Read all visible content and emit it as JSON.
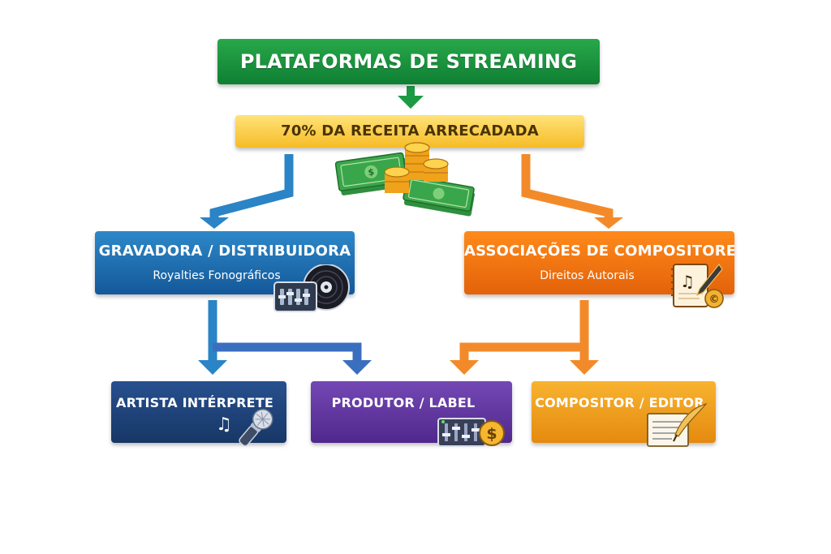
{
  "header": {
    "title": "PLATAFORMAS DE STREAMING"
  },
  "revenue": {
    "label": "70% DA RECEITA ARRECADADA"
  },
  "branches": {
    "left": {
      "title": "GRAVADORA / DISTRIBUIDORA",
      "subtitle": "Royalties Fonográficos"
    },
    "right": {
      "title": "ASSOCIAÇÕES DE COMPOSITORES",
      "subtitle": "Direitos Autorais"
    }
  },
  "recipients": [
    {
      "title": "ARTISTA INTÉRPRETE"
    },
    {
      "title": "PRODUTOR / LABEL"
    },
    {
      "title": "COMPOSITOR / EDITOR"
    }
  ],
  "colors": {
    "green": "#1a9640",
    "yellow": "#f9c83a",
    "blue": "#1f72b6",
    "orange": "#f47a14",
    "navy": "#1f4479",
    "purple": "#6238a2",
    "gold": "#f0a020"
  },
  "icons": [
    "money-coins-icon",
    "mixer-vinyl-icon",
    "music-sheet-copyright-icon",
    "microphone-notes-icon",
    "mixer-dollar-icon",
    "document-quill-icon"
  ]
}
